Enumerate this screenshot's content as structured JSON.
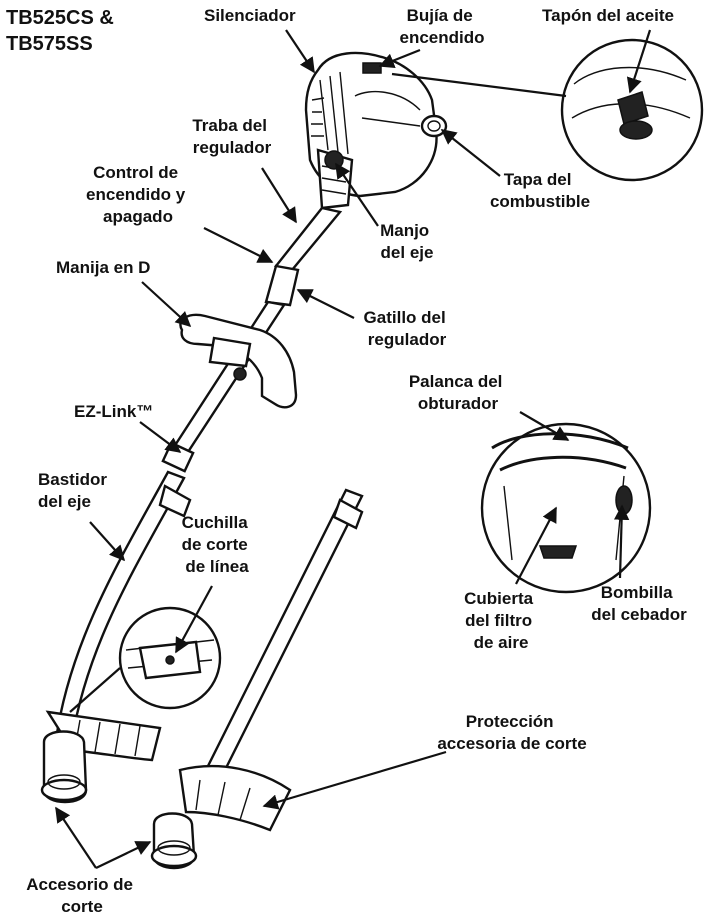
{
  "title_lines": [
    "TB525CS &",
    "TB575SS"
  ],
  "labels": {
    "silenciador": [
      "Silenciador"
    ],
    "bujia": [
      "Bujía de",
      "encendido"
    ],
    "tapon": [
      "Tapón del aceite"
    ],
    "traba": [
      "Traba del",
      "regulador"
    ],
    "control": [
      "Control de",
      "encendido y",
      "apagado"
    ],
    "tapa": [
      "Tapa del",
      "combustible"
    ],
    "manjo": [
      "Manjo",
      "del eje"
    ],
    "manija": [
      "Manija en D"
    ],
    "gatillo": [
      "Gatillo del",
      "regulador"
    ],
    "palanca": [
      "Palanca del",
      "obturador"
    ],
    "ezlink": [
      "EZ-Link™"
    ],
    "bastidor": [
      "Bastidor",
      "del eje"
    ],
    "cuchilla": [
      "Cuchilla",
      "de corte",
      "de línea"
    ],
    "cubierta": [
      "Cubierta",
      "del filtro",
      "de aire"
    ],
    "bombilla": [
      "Bombilla",
      "del cebador"
    ],
    "proteccion": [
      "Protección",
      "accesoria de corte"
    ],
    "accesorio": [
      "Accesorio de",
      "corte"
    ]
  }
}
